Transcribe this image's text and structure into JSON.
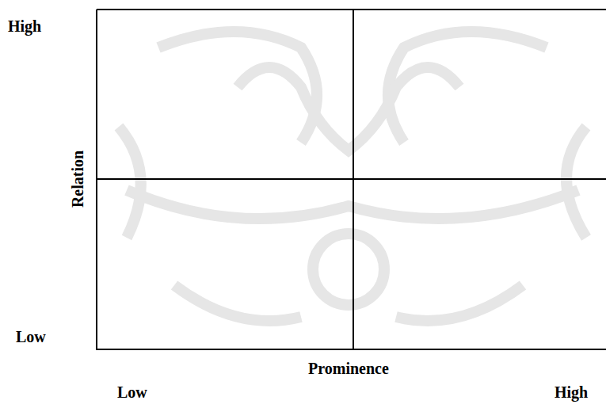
{
  "diagram": {
    "labels": [
      "High",
      "Relation",
      "Low",
      "Prominence",
      "Low",
      "High"
    ]
  }
}
